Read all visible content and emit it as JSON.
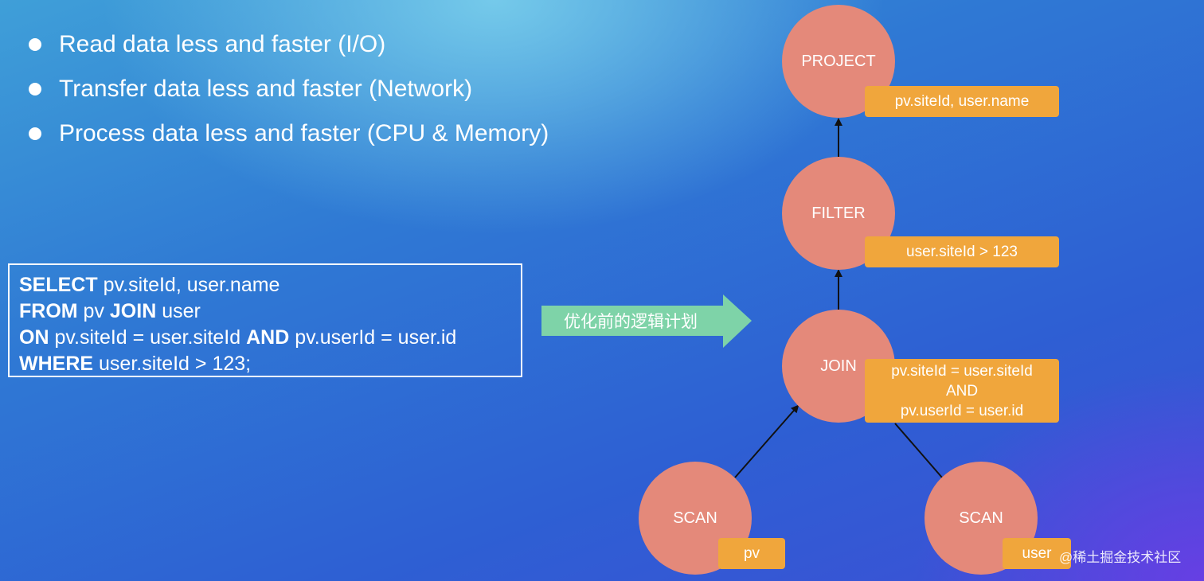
{
  "bullets": [
    "Read data less and faster (I/O)",
    "Transfer data less and faster (Network)",
    "Process data less and faster (CPU & Memory)"
  ],
  "sql": {
    "line1": {
      "kw1": "SELECT",
      "text1": " pv.siteId, user.name"
    },
    "line2": {
      "kw1": "FROM",
      "text1": " pv ",
      "kw2": "JOIN",
      "text2": " user"
    },
    "line3": {
      "kw1": "ON",
      "text1": " pv.siteId = user.siteId ",
      "kw2": "AND",
      "text2": " pv.userId = user.id"
    },
    "line4": {
      "kw1": "WHERE",
      "text1": " user.siteId > 123;"
    }
  },
  "arrow_label": "优化前的逻辑计划",
  "plan": {
    "project": {
      "label": "PROJECT",
      "tag": "pv.siteId, user.name"
    },
    "filter": {
      "label": "FILTER",
      "tag": "user.siteId > 123"
    },
    "join": {
      "label": "JOIN",
      "tag_line1": "pv.siteId = user.siteId",
      "tag_line2": "AND",
      "tag_line3": "pv.userId = user.id"
    },
    "scan_pv": {
      "label": "SCAN",
      "tag": "pv"
    },
    "scan_user": {
      "label": "SCAN",
      "tag": "user"
    }
  },
  "watermark": "@稀土掘金技术社区",
  "colors": {
    "node": "#e4897a",
    "tag": "#f0a63c",
    "arrow": "#7ed3a8"
  }
}
